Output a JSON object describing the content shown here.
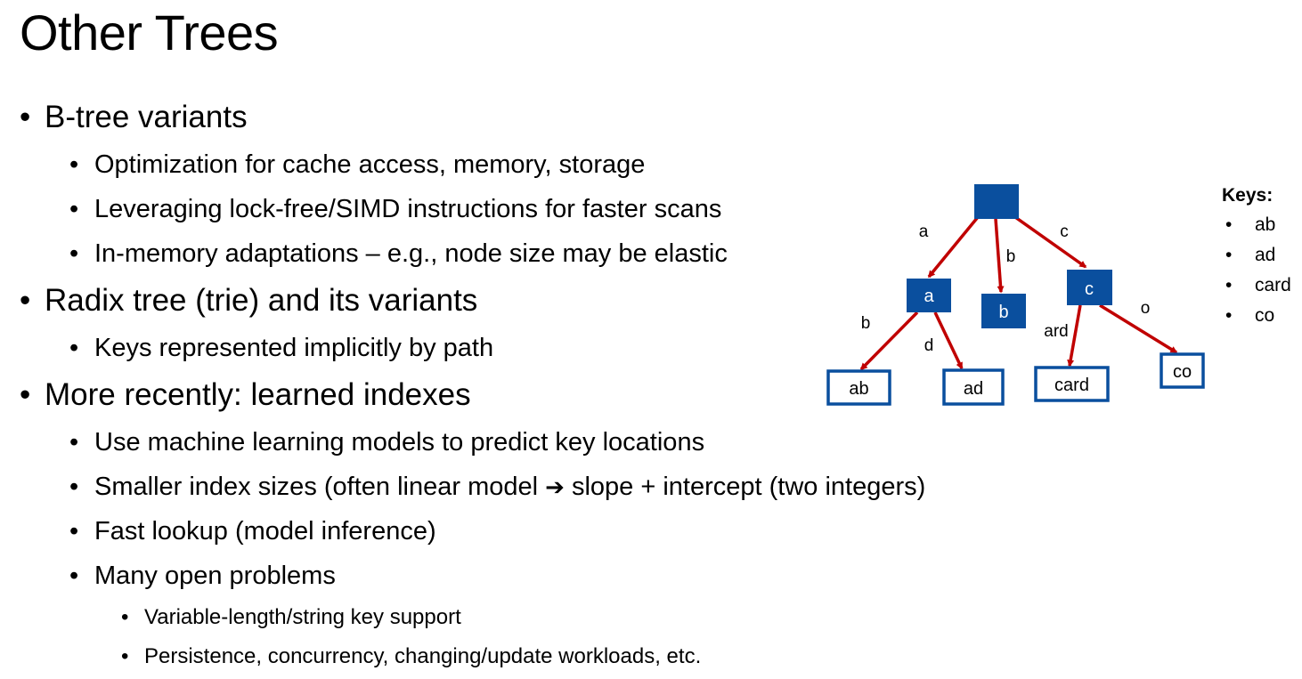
{
  "title": "Other Trees",
  "bullets": {
    "btree": {
      "label": "B-tree variants",
      "items": [
        "Optimization for cache access, memory, storage",
        "Leveraging lock-free/SIMD instructions for faster scans",
        "In-memory adaptations – e.g., node size may be elastic"
      ]
    },
    "radix": {
      "label": "Radix tree (trie) and its variants",
      "items": [
        "Keys represented implicitly by path"
      ]
    },
    "learned": {
      "label": "More recently: learned indexes",
      "items": [
        "Use machine learning models to predict key locations",
        {
          "before": "Smaller index sizes (often linear model",
          "arrow": "➔",
          "after": "slope + intercept (two integers)"
        },
        "Fast lookup (model inference)",
        "Many open problems"
      ],
      "subitems": [
        "Variable-length/string key support",
        "Persistence, concurrency, changing/update workloads, etc."
      ]
    }
  },
  "diagram": {
    "colors": {
      "node_fill": "#0a4f9e",
      "leaf_border": "#0a4f9e",
      "edge": "#c00000",
      "node_text": "#ffffff"
    },
    "nodes": {
      "a": "a",
      "b": "b",
      "c": "c"
    },
    "leaves": {
      "ab": "ab",
      "ad": "ad",
      "card": "card",
      "co": "co"
    },
    "edges": {
      "root_a": "a",
      "root_b": "b",
      "root_c": "c",
      "a_ab": "b",
      "a_ad": "d",
      "c_card": "ard",
      "c_co": "o"
    }
  },
  "keys": {
    "title": "Keys:",
    "items": [
      "ab",
      "ad",
      "card",
      "co"
    ]
  }
}
